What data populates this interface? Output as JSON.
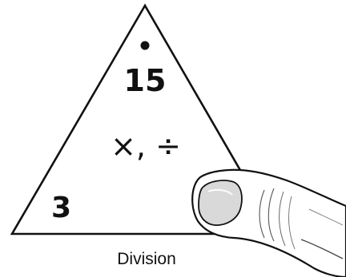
{
  "fact_triangle": {
    "top_number": "15",
    "left_number": "3",
    "right_number": "",
    "operations": "×, ÷",
    "caption": "Division"
  },
  "hand": {
    "icon": "pointing-finger-icon",
    "covers": "right-corner-number"
  }
}
